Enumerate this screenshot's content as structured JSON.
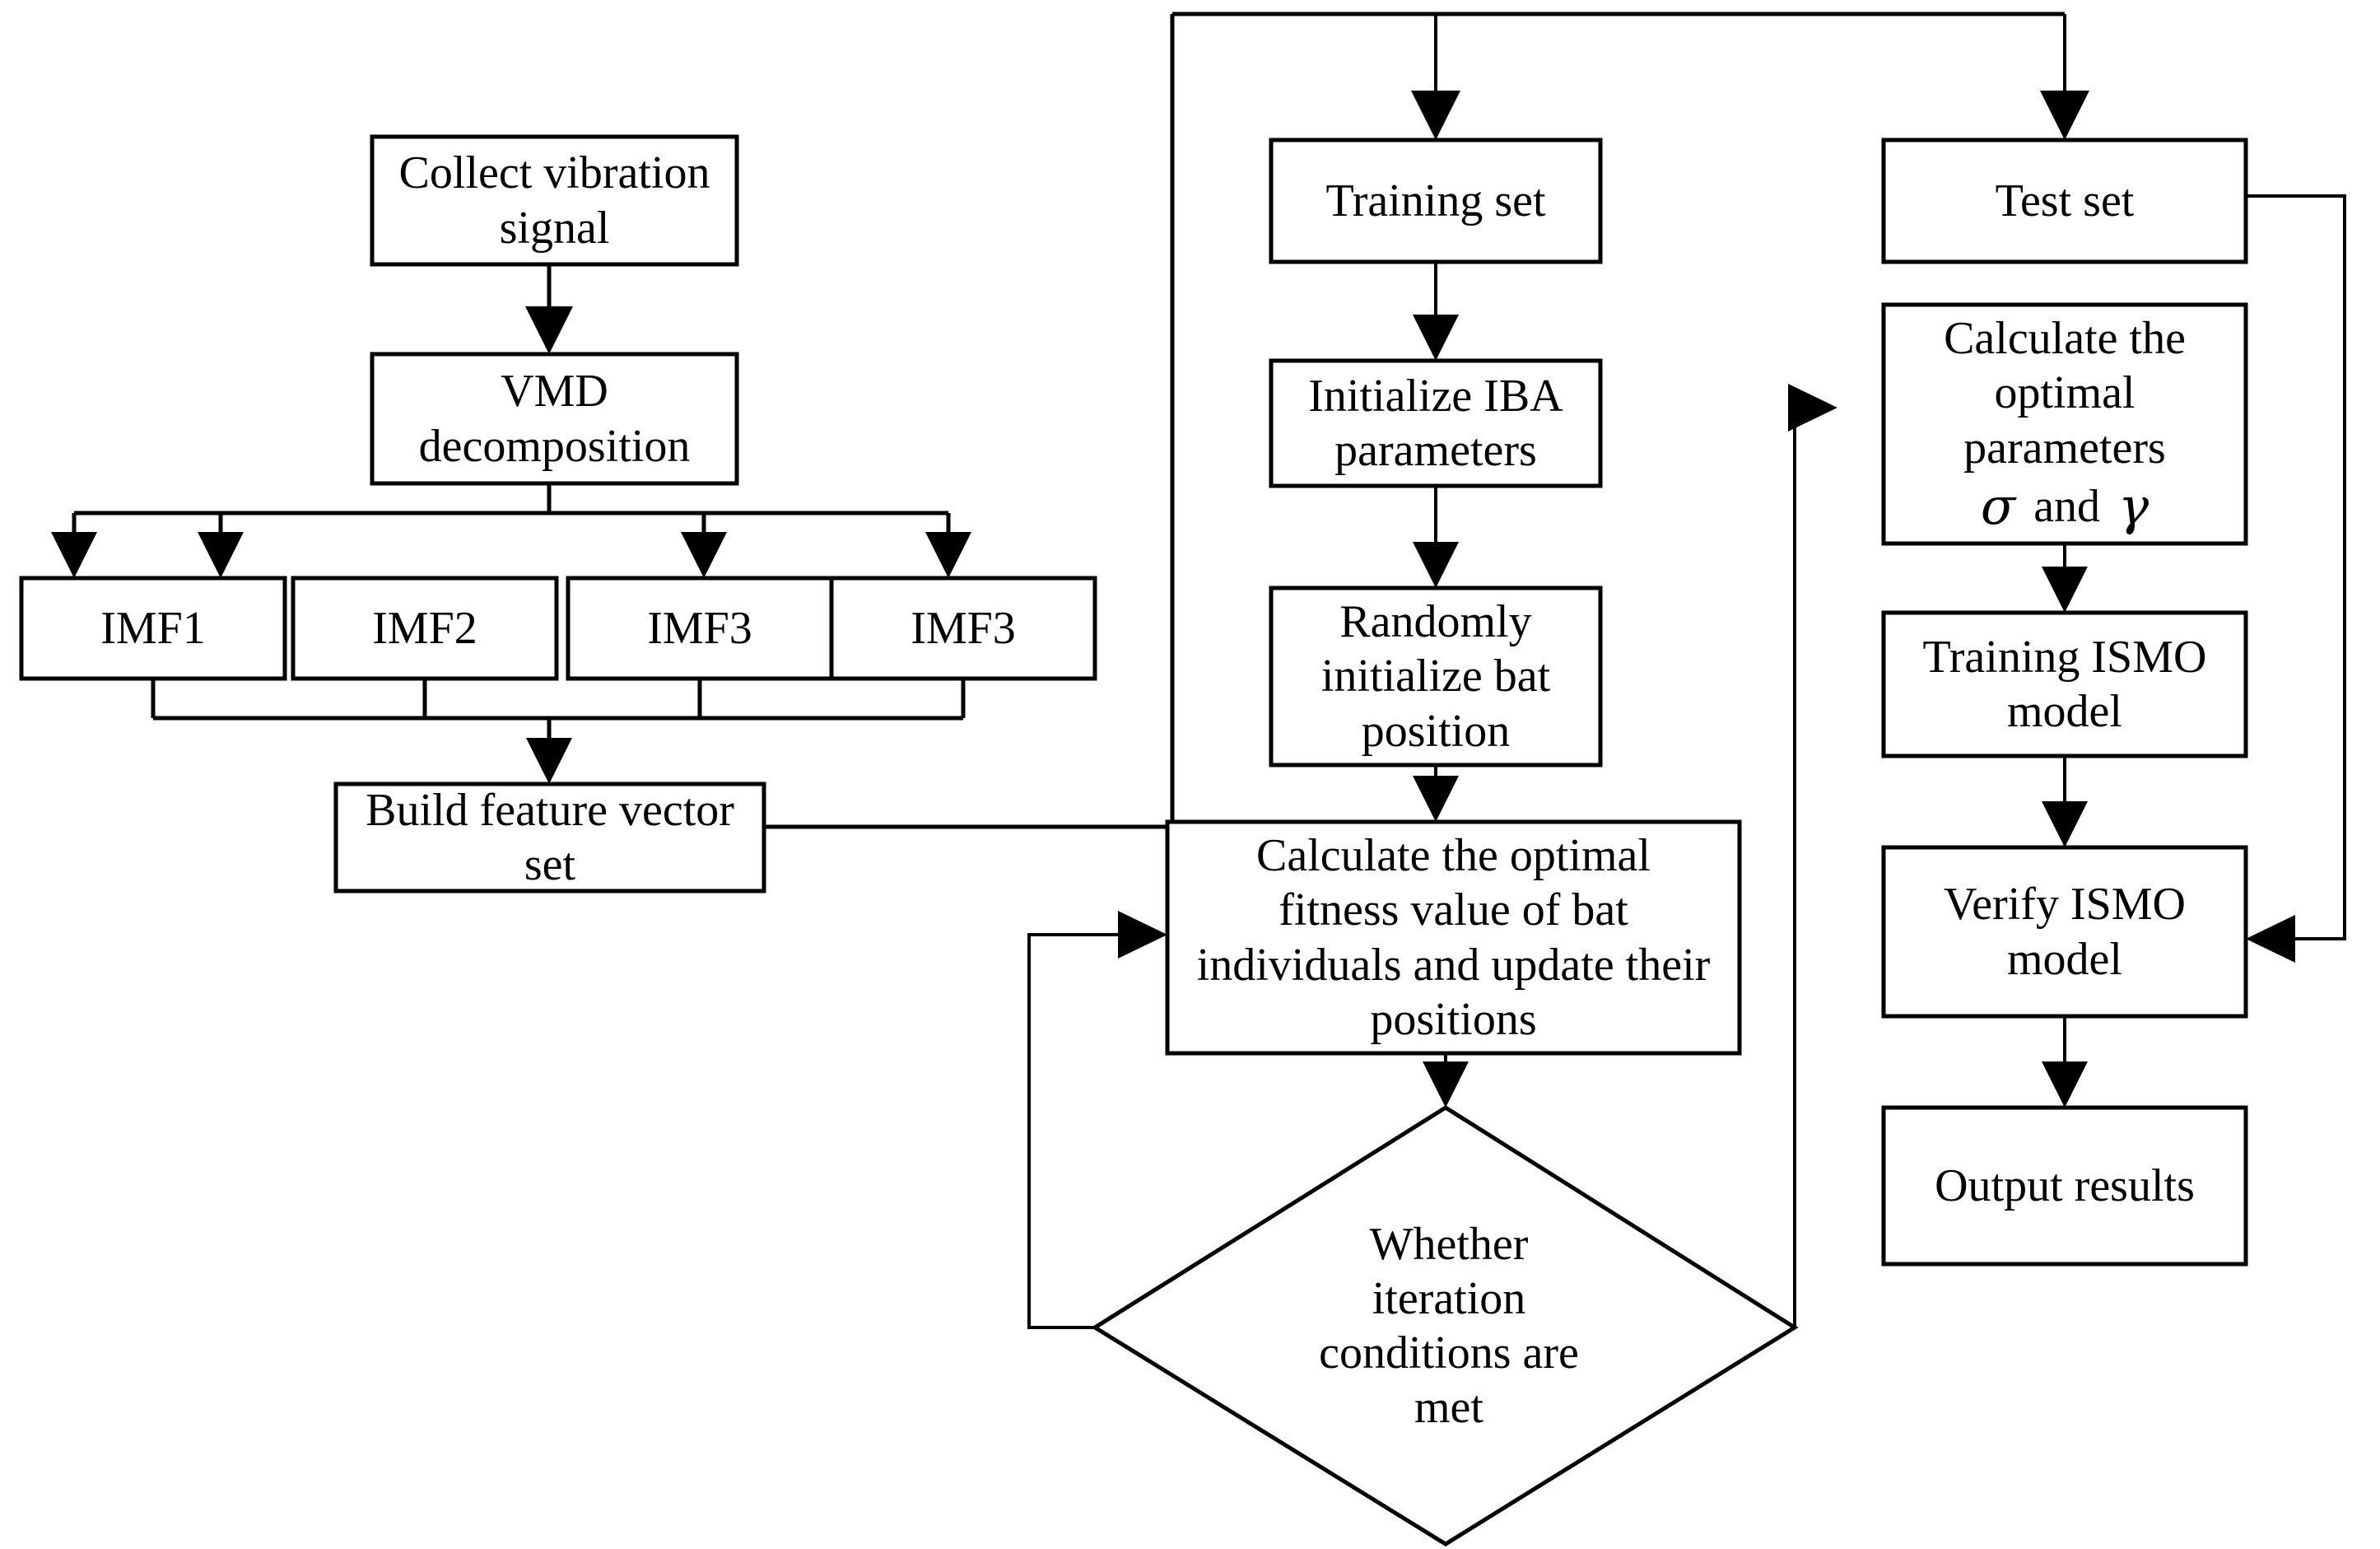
{
  "diagram": {
    "title": "Fault diagnosis flowchart: VMD decomposition with IBA-optimized ISMO model",
    "stroke_color": "#000000",
    "fill_color": "#ffffff",
    "nodes": {
      "collect_signal": {
        "label": "Collect vibration\nsignal",
        "shape": "rect"
      },
      "vmd": {
        "label": "VMD\ndecomposition",
        "shape": "rect"
      },
      "imf1": {
        "label": "IMF1",
        "shape": "rect"
      },
      "imf2": {
        "label": "IMF2",
        "shape": "rect"
      },
      "imf3": {
        "label": "IMF3",
        "shape": "rect"
      },
      "imf4": {
        "label": "IMF3",
        "shape": "rect"
      },
      "build_feature": {
        "label": "Build feature vector\nset",
        "shape": "rect"
      },
      "training_set": {
        "label": "Training set",
        "shape": "rect"
      },
      "init_iba": {
        "label": "Initialize IBA\nparameters",
        "shape": "rect"
      },
      "random_bat": {
        "label": "Randomly\ninitialize bat\nposition",
        "shape": "rect"
      },
      "calc_fitness": {
        "label": "Calculate the optimal\nfitness value of bat\nindividuals and update their\npositions",
        "shape": "rect"
      },
      "decision": {
        "label": "Whether\niteration\nconditions are\nmet",
        "shape": "diamond"
      },
      "test_set": {
        "label": "Test set",
        "shape": "rect"
      },
      "calc_params_line1": {
        "label": "Calculate the\noptimal\nparameters",
        "shape": "rect"
      },
      "calc_params_sigma": {
        "label": "σ",
        "shape": "text"
      },
      "calc_params_and": {
        "label": "and",
        "shape": "text"
      },
      "calc_params_gamma": {
        "label": "γ",
        "shape": "text"
      },
      "training_ismo": {
        "label": "Training ISMO\nmodel",
        "shape": "rect"
      },
      "verify_ismo": {
        "label": "Verify ISMO\nmodel",
        "shape": "rect"
      },
      "output_results": {
        "label": "Output results",
        "shape": "rect"
      }
    },
    "edges": [
      {
        "from": "collect_signal",
        "to": "vmd",
        "type": "arrow-down"
      },
      {
        "from": "vmd",
        "to": "imf1",
        "type": "bus-split"
      },
      {
        "from": "vmd",
        "to": "imf2",
        "type": "bus-split"
      },
      {
        "from": "vmd",
        "to": "imf3",
        "type": "bus-split"
      },
      {
        "from": "vmd",
        "to": "imf4",
        "type": "bus-split"
      },
      {
        "from": "imf-group",
        "to": "build_feature",
        "type": "bus-merge"
      },
      {
        "from": "build_feature",
        "to": "top-bus",
        "type": "elbow"
      },
      {
        "from": "top-bus",
        "to": "training_set",
        "type": "arrow-down"
      },
      {
        "from": "top-bus",
        "to": "test_set",
        "type": "arrow-down"
      },
      {
        "from": "training_set",
        "to": "init_iba",
        "type": "arrow-down"
      },
      {
        "from": "init_iba",
        "to": "random_bat",
        "type": "arrow-down"
      },
      {
        "from": "random_bat",
        "to": "calc_fitness",
        "type": "arrow-down"
      },
      {
        "from": "calc_fitness",
        "to": "decision",
        "type": "arrow-down"
      },
      {
        "from": "decision",
        "to": "calc_fitness",
        "type": "feedback-left"
      },
      {
        "from": "decision",
        "to": "calc_params_line1",
        "type": "elbow-right-up"
      },
      {
        "from": "calc_params_line1",
        "to": "training_ismo",
        "type": "arrow-down"
      },
      {
        "from": "training_ismo",
        "to": "verify_ismo",
        "type": "arrow-down"
      },
      {
        "from": "verify_ismo",
        "to": "output_results",
        "type": "arrow-down"
      },
      {
        "from": "test_set",
        "to": "verify_ismo",
        "type": "elbow-right-down"
      }
    ]
  }
}
